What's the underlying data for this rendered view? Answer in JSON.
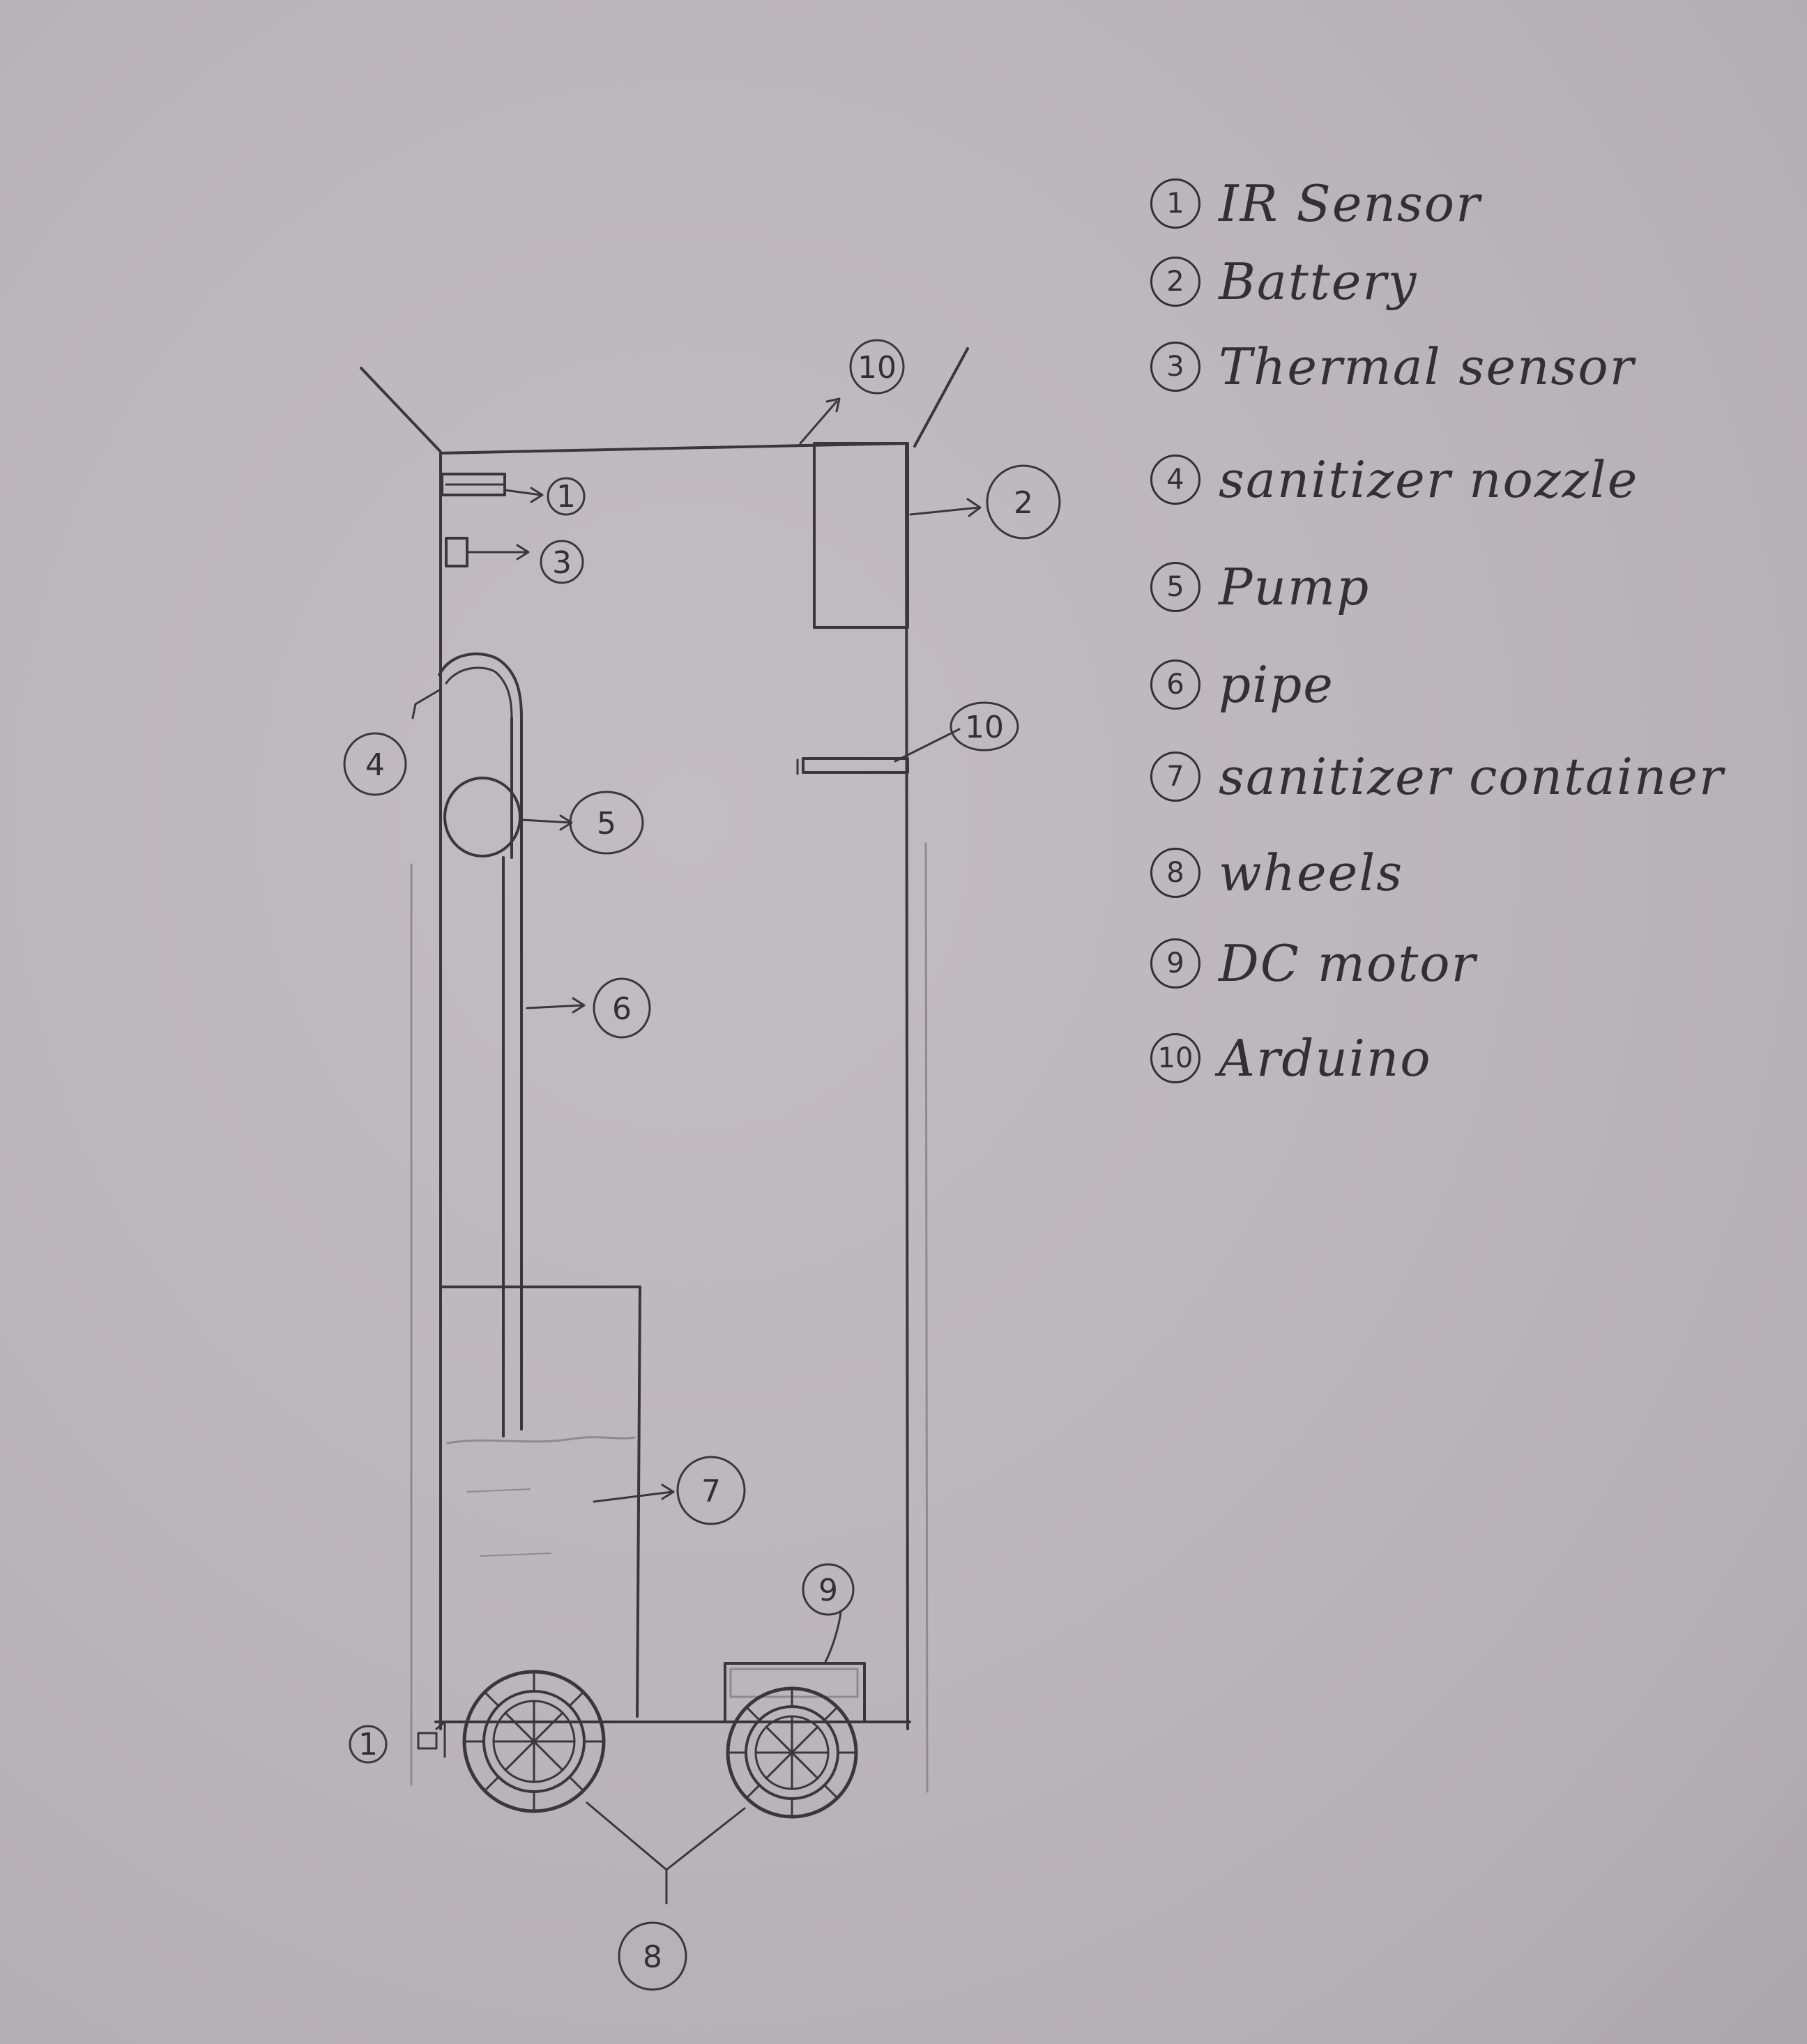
{
  "legend": [
    {
      "num": "1",
      "label": "IR Sensor"
    },
    {
      "num": "2",
      "label": "Battery"
    },
    {
      "num": "3",
      "label": "Thermal sensor"
    },
    {
      "num": "4",
      "label": "sanitizer nozzle"
    },
    {
      "num": "5",
      "label": "Pump"
    },
    {
      "num": "6",
      "label": "pipe"
    },
    {
      "num": "7",
      "label": "sanitizer container"
    },
    {
      "num": "8",
      "label": "wheels"
    },
    {
      "num": "9",
      "label": "DC motor"
    },
    {
      "num": "10",
      "label": "Arduino"
    }
  ],
  "callouts": {
    "ir_sensor_top": "1",
    "battery": "2",
    "thermal_sensor": "3",
    "nozzle": "4",
    "pump": "5",
    "pipe": "6",
    "container": "7",
    "wheels": "8",
    "dc_motor": "9",
    "arduino_top": "10",
    "arduino_board": "10",
    "ir_sensor_bottom": "1"
  },
  "colors": {
    "paper": "#bcb7bd",
    "pencil": "#3a373c"
  }
}
